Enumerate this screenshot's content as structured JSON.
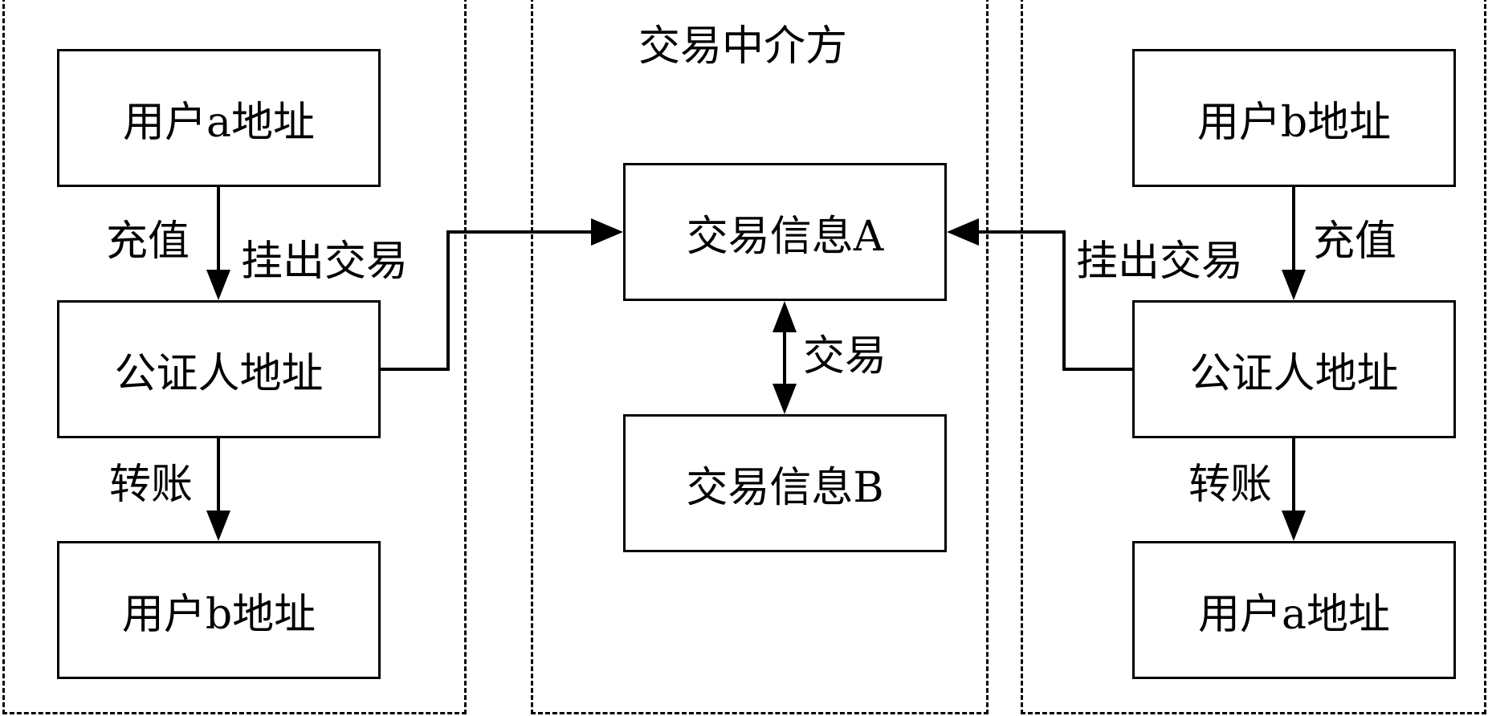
{
  "middle": {
    "title": "交易中介方",
    "box_a": "交易信息A",
    "box_b": "交易信息B",
    "edge_label": "交易"
  },
  "left": {
    "box_top": "用户a地址",
    "box_mid": "公证人地址",
    "box_bottom": "用户b地址",
    "label_deposit": "充值",
    "label_post": "挂出交易",
    "label_transfer": "转账"
  },
  "right": {
    "box_top": "用户b地址",
    "box_mid": "公证人地址",
    "box_bottom": "用户a地址",
    "label_deposit": "充值",
    "label_post": "挂出交易",
    "label_transfer": "转账"
  },
  "colors": {
    "stroke": "#000000",
    "background": "#ffffff"
  }
}
